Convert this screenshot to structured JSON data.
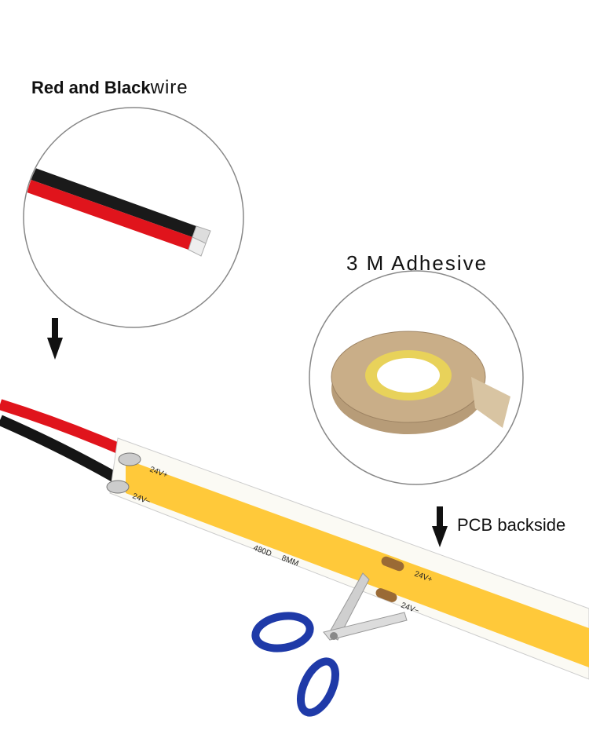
{
  "labels": {
    "wire_bold": "Red and Black",
    "wire_rest": "wire",
    "adhesive": "3 M Adhesive",
    "pcb": "PCB backside"
  },
  "strip_markings": {
    "plus": "24V+",
    "minus": "24V−",
    "model": "480D",
    "width": "8MM"
  },
  "colors": {
    "strip_yellow": "#ffc93a",
    "scissors_blue": "#1f3aa8",
    "wire_red": "#e0141c"
  }
}
